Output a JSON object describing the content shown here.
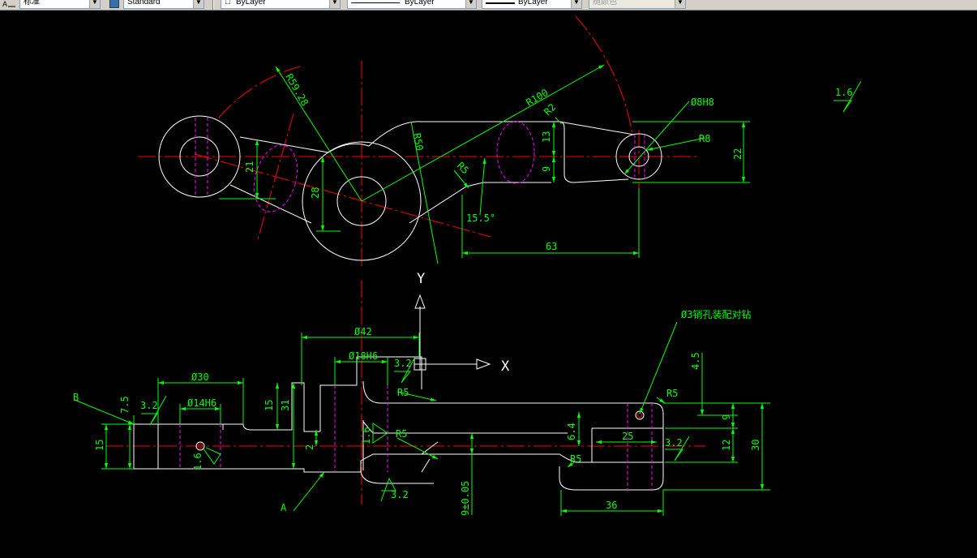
{
  "toolbar": {
    "textstyle_value": "标准",
    "dimstyle_value": "Standard",
    "layer_value": "ByLayer",
    "linetype_value": "ByLayer",
    "lineweight_value": "ByLayer",
    "color_value": "随颜色"
  },
  "colors": {
    "background": "#000000",
    "outline": "#ffffff",
    "dimension": "#00ff00",
    "centerline": "#ff0000",
    "hidden": "#ff00ff",
    "ucs": "#ffffff"
  },
  "dims": {
    "r59": "R59.28",
    "r100": "R100",
    "r2": "R2",
    "phi8h8": "Ø8H8",
    "r8": "R8",
    "d22": "22",
    "d13": "13",
    "d9top": "9",
    "d21": "21",
    "d28": "28",
    "r50": "R50",
    "r5top": "R5",
    "angle": "15.5°",
    "d63": "63",
    "rough16a": "1.6",
    "phi42": "Ø42",
    "phi18h6": "Ø18H6",
    "rough32a": "3.2",
    "phi30": "Ø30",
    "b_label": "B",
    "d75": "7.5",
    "rough32b": "3.2",
    "phi14h6": "Ø14H6",
    "d15a": "15",
    "d31": "31",
    "d15b": "15",
    "d2": "2",
    "rough16b": "1.6",
    "rough16c": "1.6",
    "r5a": "R5",
    "r5b": "R5",
    "r5c": "R5",
    "r5d": "R5",
    "a_label": "A",
    "rough32c": "3.2",
    "tol9": "9±0.05",
    "pin_note": "Ø3销孔装配对钻",
    "d45": "4.5",
    "d9b": "9",
    "d12": "12",
    "d30": "30",
    "d64": "6.4",
    "d25": "25",
    "rough32d": "3.2",
    "d36": "36"
  },
  "ucs": {
    "x_label": "X",
    "y_label": "Y"
  }
}
